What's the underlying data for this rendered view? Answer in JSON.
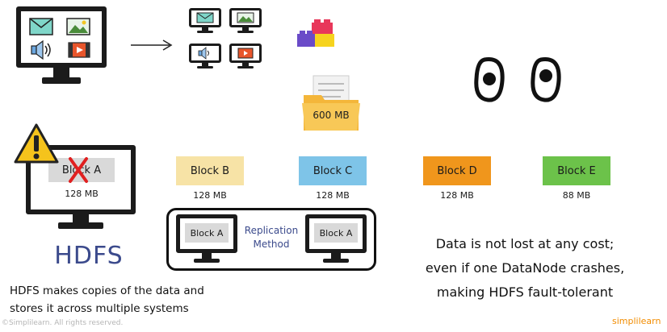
{
  "blocks": [
    {
      "label": "Block A",
      "size": "128 MB",
      "color": "#d9d9d9"
    },
    {
      "label": "Block B",
      "size": "128 MB",
      "color": "#f7e3a6"
    },
    {
      "label": "Block C",
      "size": "128 MB",
      "color": "#7ec4e8"
    },
    {
      "label": "Block D",
      "size": "128 MB",
      "color": "#f0961c"
    },
    {
      "label": "Block E",
      "size": "88 MB",
      "color": "#6cc24a"
    }
  ],
  "file": {
    "size": "600 MB"
  },
  "replication": {
    "left_block": "Block A",
    "right_block": "Block A",
    "method_line1": "Replication",
    "method_line2": "Method"
  },
  "hdfs": {
    "title": "HDFS",
    "caption_line1": "HDFS makes copies of the data and",
    "caption_line2": "stores it across multiple systems"
  },
  "message": {
    "line1": "Data is not lost at any cost;",
    "line2": "even if one DataNode crashes,",
    "line3": "making HDFS fault-tolerant"
  },
  "footer": {
    "copyright": "©Simplilearn. All rights reserved.",
    "brand": "simplilearn"
  },
  "icons": [
    "mail-icon",
    "image-icon",
    "audio-icon",
    "video-icon",
    "warning-icon",
    "folder-icon",
    "lego-icon",
    "eyes-icon"
  ],
  "colors": {
    "hdfs_title": "#3b4a8c",
    "warning": "#f5c31c",
    "cross": "#e02020",
    "brand": "#f28c00"
  }
}
